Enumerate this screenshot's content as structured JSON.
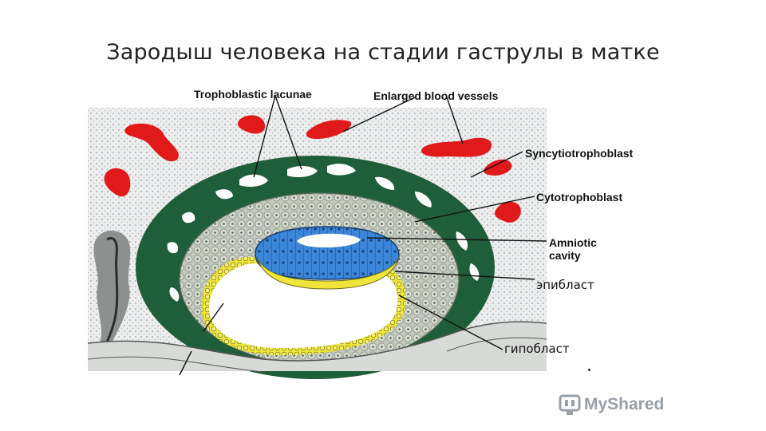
{
  "title": "Зародыш человека на стадии гаструлы в матке",
  "labels": {
    "trophoblastic_lacunae": "Trophoblastic lacunae",
    "enlarged_blood_vessels": "Enlarged blood vessels",
    "syncytiotrophoblast": "Syncytiotrophoblast",
    "cytotrophoblast": "Cytotrophoblast",
    "amniotic_cavity_1": "Amniotic",
    "amniotic_cavity_2": "cavity",
    "epiblast": "эпибласт",
    "hypoblast": "гипобласт"
  },
  "logo": {
    "text": "MyShared",
    "icon": "myshared-logo-icon"
  },
  "colors": {
    "syncytio_green": "#1f5e3a",
    "cyto_gray": "#b9c1b5",
    "blood_red": "#e0191b",
    "amnion_blue": "#3b86d8",
    "hypoblast_yellow": "#f2ea2a",
    "tissue_bg": "#e9eaea"
  }
}
